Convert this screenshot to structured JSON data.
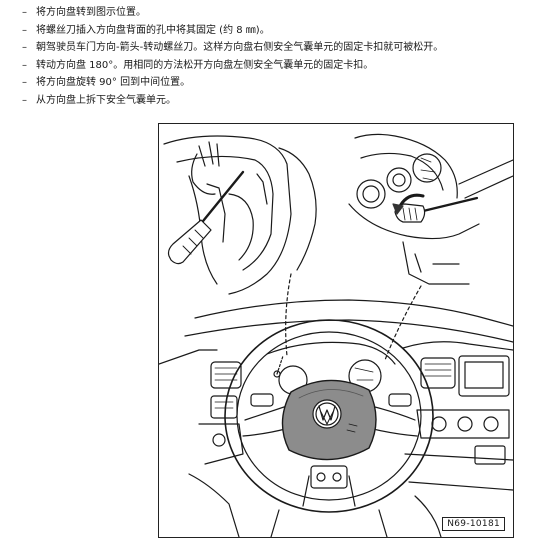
{
  "steps": [
    {
      "bullet": "–",
      "text": "将方向盘转到图示位置。"
    },
    {
      "bullet": "–",
      "text": "将螺丝刀插入方向盘背面的孔中将其固定 (约 8 ㎜)。"
    },
    {
      "bullet": "–",
      "text": "朝驾驶员车门方向-箭头-转动螺丝刀。这样方向盘右侧安全气囊单元的固定卡扣就可被松开。"
    },
    {
      "bullet": "–",
      "text": "转动方向盘 180°。用相同的方法松开方向盘左侧安全气囊单元的固定卡扣。"
    },
    {
      "bullet": "–",
      "text": "将方向盘旋转 90° 回到中间位置。"
    },
    {
      "bullet": "–",
      "text": "从方向盘上拆下安全气囊单元。"
    }
  ],
  "figure": {
    "code": "N69-10181",
    "colors": {
      "line": "#1a1a1a",
      "airbag_fill": "#8c8c8c",
      "arrow_fill": "#333333"
    }
  }
}
